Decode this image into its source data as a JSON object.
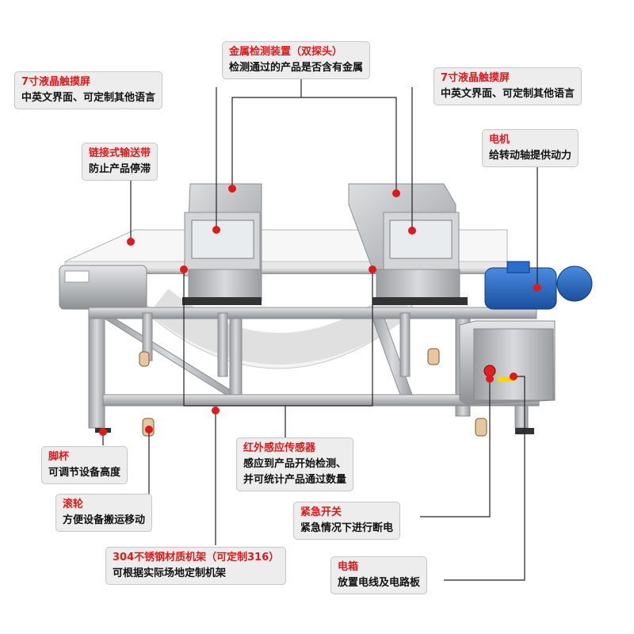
{
  "callouts": {
    "detector": {
      "title": "金属检测装置（双探头）",
      "desc": "检测通过的产品是否含有金属"
    },
    "screen_left": {
      "title": "7寸液晶触摸屏",
      "desc": "中英文界面、可定制其他语言"
    },
    "screen_right": {
      "title": "7寸液晶触摸屏",
      "desc": "中英文界面、可定制其他语言"
    },
    "conveyor": {
      "title": "链接式输送带",
      "desc": "防止产品停滞"
    },
    "motor": {
      "title": "电机",
      "desc": "给转动轴提供动力"
    },
    "ir_sensor": {
      "title": "红外感应传感器",
      "desc": "感应到产品开始检测、",
      "desc2": "并可统计产品通过数量"
    },
    "foot": {
      "title": "脚杯",
      "desc": "可调节设备高度"
    },
    "wheel": {
      "title": "滚轮",
      "desc": "方便设备搬运移动"
    },
    "emergency": {
      "title": "紧急开关",
      "desc": "紧急情况下进行断电"
    },
    "frame": {
      "title": "304不锈钢材质机架（可定制316）",
      "desc": "可根据实际场地定制机架"
    },
    "electric_box": {
      "title": "电箱",
      "desc": "放置电线及电路板"
    }
  },
  "colors": {
    "accent": "#e0191a",
    "callout_bg": "#ededed",
    "leader": "#222222",
    "motor": "#1f5fbf",
    "steel": "#b9bcbf"
  }
}
